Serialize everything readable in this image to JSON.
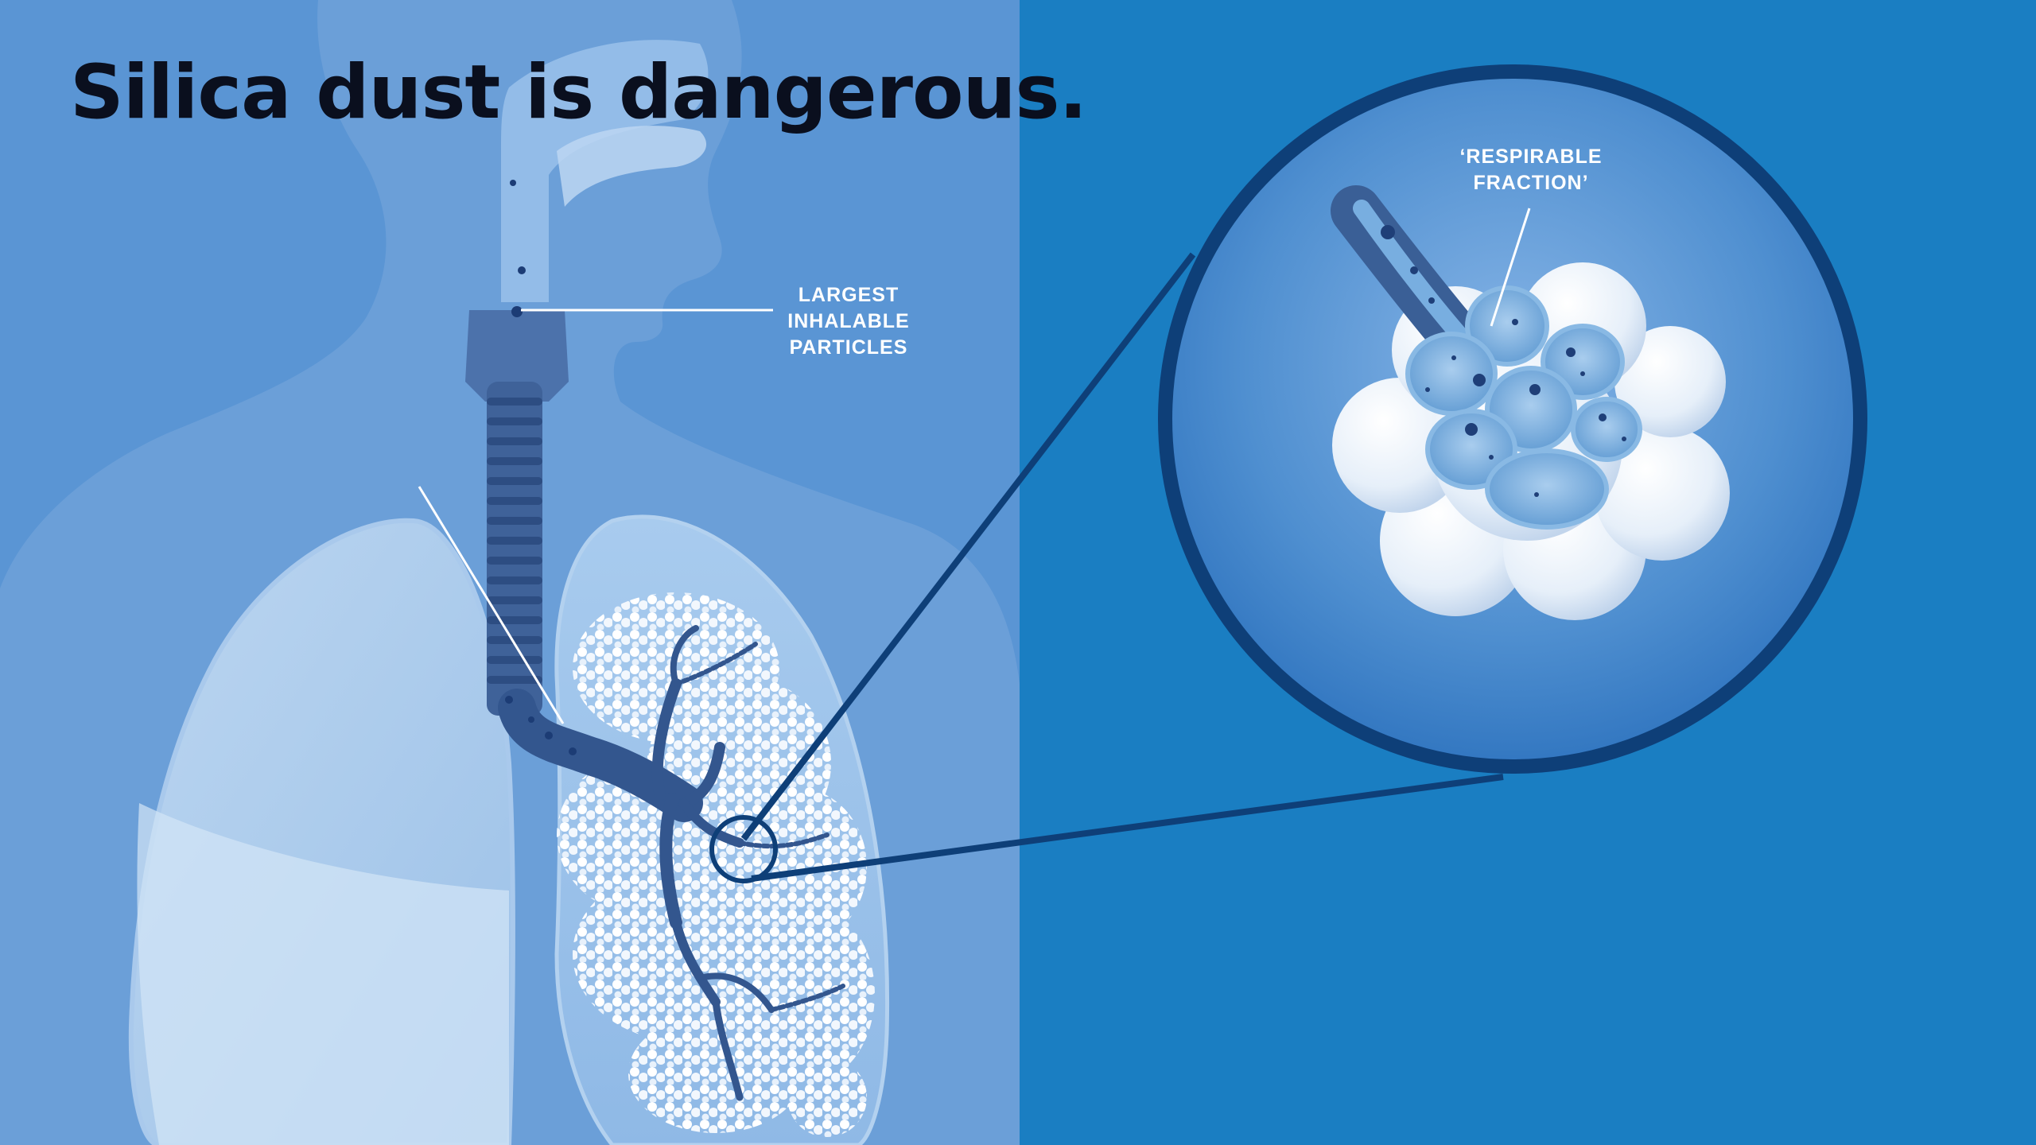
{
  "title": "Silica dust is dangerous.",
  "labels": {
    "inhalable": [
      "LARGEST",
      "INHALABLE",
      "PARTICLES"
    ],
    "respirable": [
      "‘RESPIRABLE",
      "FRACTION’"
    ]
  },
  "colors": {
    "background": "#1a7ec2",
    "figure_panel": "#5a95d4",
    "body": "#6b9fd8",
    "lung_light": "#c3daf0",
    "airway_dark": "#33568e",
    "magnifier_ring": "#0e3f78",
    "title_text": "#0a0f1e",
    "label_text": "#ffffff"
  }
}
